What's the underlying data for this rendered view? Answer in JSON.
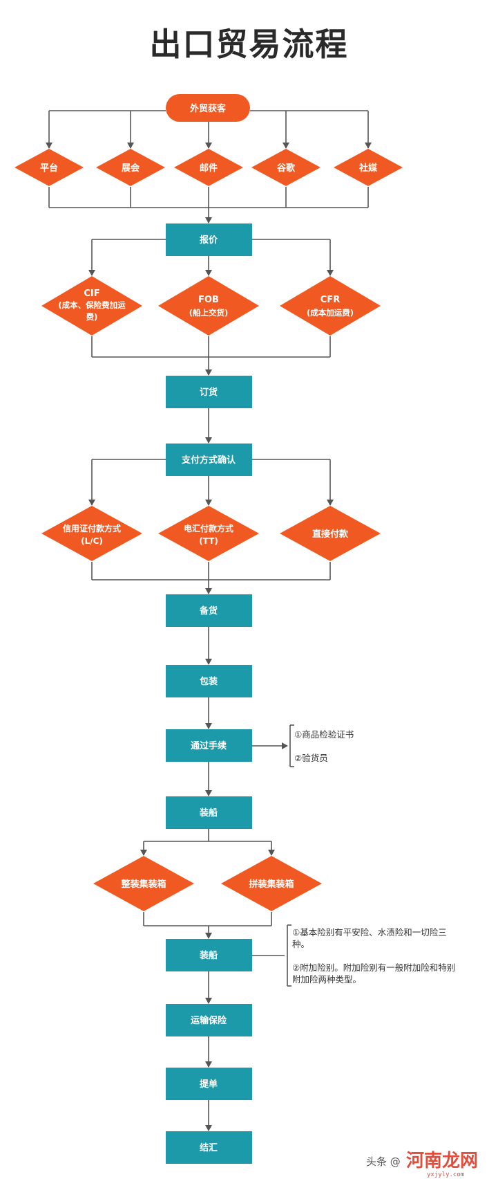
{
  "title": "出口贸易流程",
  "nodes": {
    "n1": "外贸获客",
    "d_platform": "平台",
    "d_expo": "展会",
    "d_email": "邮件",
    "d_google": "谷歌",
    "d_social": "社媒",
    "n2": "报价",
    "cif_1": "CIF",
    "cif_2": "(成本、保险费加运",
    "cif_3": "费)",
    "fob_1": "FOB",
    "fob_2": "(船上交货)",
    "cfr_1": "CFR",
    "cfr_2": "(成本加运费)",
    "n3": "订货",
    "n4": "支付方式确认",
    "lc_1": "信用证付款方式",
    "lc_2": "(L/C)",
    "tt_1": "电汇付款方式",
    "tt_2": "(TT)",
    "direct": "直接付款",
    "n5": "备货",
    "n6": "包装",
    "n7": "通过手续",
    "n8": "装船",
    "fcl": "整装集装箱",
    "lcl": "拼装集装箱",
    "n9": "装船",
    "n10": "运输保险",
    "n11": "提单",
    "n12": "结汇"
  },
  "notes": {
    "customs_1": "①商品检验证书",
    "customs_2": "②验货员",
    "ins_1a": "①基本险别有平安险、水渍险和一切险三",
    "ins_1b": "种。",
    "ins_2a": "②附加险别。附加险别有一般附加险和特别",
    "ins_2b": "附加险两种类型。"
  },
  "watermark": {
    "source": "头条 @",
    "brand": "河南龙网",
    "url": "yxjyly.com"
  },
  "colors": {
    "box": "#1c9aaa",
    "decision": "#f05a22",
    "line": "#555555"
  }
}
